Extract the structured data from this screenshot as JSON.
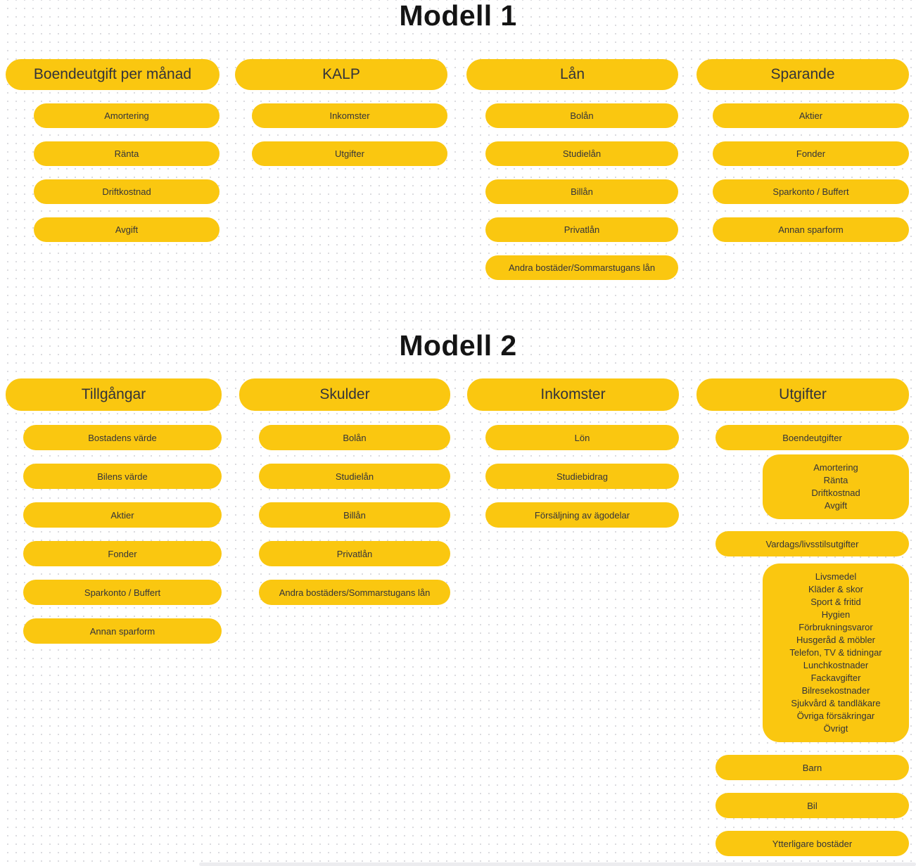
{
  "colors": {
    "shape_fill": "#FAC710",
    "shape_text": "#33333a",
    "title_text": "#141414",
    "dot_grid": "#d2d2d7",
    "canvas": "#ffffff"
  },
  "model1": {
    "title": "Modell 1",
    "columns": [
      {
        "header": "Boendeutgift per månad",
        "items": [
          "Amortering",
          "Ränta",
          "Driftkostnad",
          "Avgift"
        ]
      },
      {
        "header": "KALP",
        "items": [
          "Inkomster",
          "Utgifter"
        ]
      },
      {
        "header": "Lån",
        "items": [
          "Bolån",
          "Studielån",
          "Billån",
          "Privatlån",
          "Andra bostäder/Sommarstugans lån"
        ]
      },
      {
        "header": "Sparande",
        "items": [
          "Aktier",
          "Fonder",
          "Sparkonto / Buffert",
          "Annan sparform"
        ]
      }
    ]
  },
  "model2": {
    "title": "Modell 2",
    "columns": [
      {
        "header": "Tillgångar",
        "items": [
          "Bostadens värde",
          "Bilens värde",
          "Aktier",
          "Fonder",
          "Sparkonto / Buffert",
          "Annan sparform"
        ]
      },
      {
        "header": "Skulder",
        "items": [
          "Bolån",
          "Studielån",
          "Billån",
          "Privatlån",
          "Andra bostäders/Sommarstugans lån"
        ]
      },
      {
        "header": "Inkomster",
        "items": [
          "Lön",
          "Studiebidrag",
          "Försäljning av ägodelar"
        ]
      },
      {
        "header": "Utgifter",
        "flow": [
          {
            "type": "item",
            "label": "Boendeutgifter"
          },
          {
            "type": "block",
            "lines": [
              "Amortering",
              "Ränta",
              "Driftkostnad",
              "Avgift"
            ]
          },
          {
            "type": "item",
            "label": "Vardags/livsstilsutgifter"
          },
          {
            "type": "block",
            "lines": [
              "Livsmedel",
              "Kläder & skor",
              "Sport & fritid",
              "Hygien",
              "Förbrukningsvaror",
              "Husgeråd & möbler",
              "Telefon, TV & tidningar",
              "Lunchkostnader",
              "Fackavgifter",
              "Bilresekostnader",
              "Sjukvård & tandläkare",
              "Övriga försäkringar",
              "Övrigt"
            ]
          },
          {
            "type": "item",
            "label": "Barn"
          },
          {
            "type": "item",
            "label": "Bil"
          },
          {
            "type": "item",
            "label": "Ytterligare bostäder"
          }
        ]
      }
    ]
  }
}
